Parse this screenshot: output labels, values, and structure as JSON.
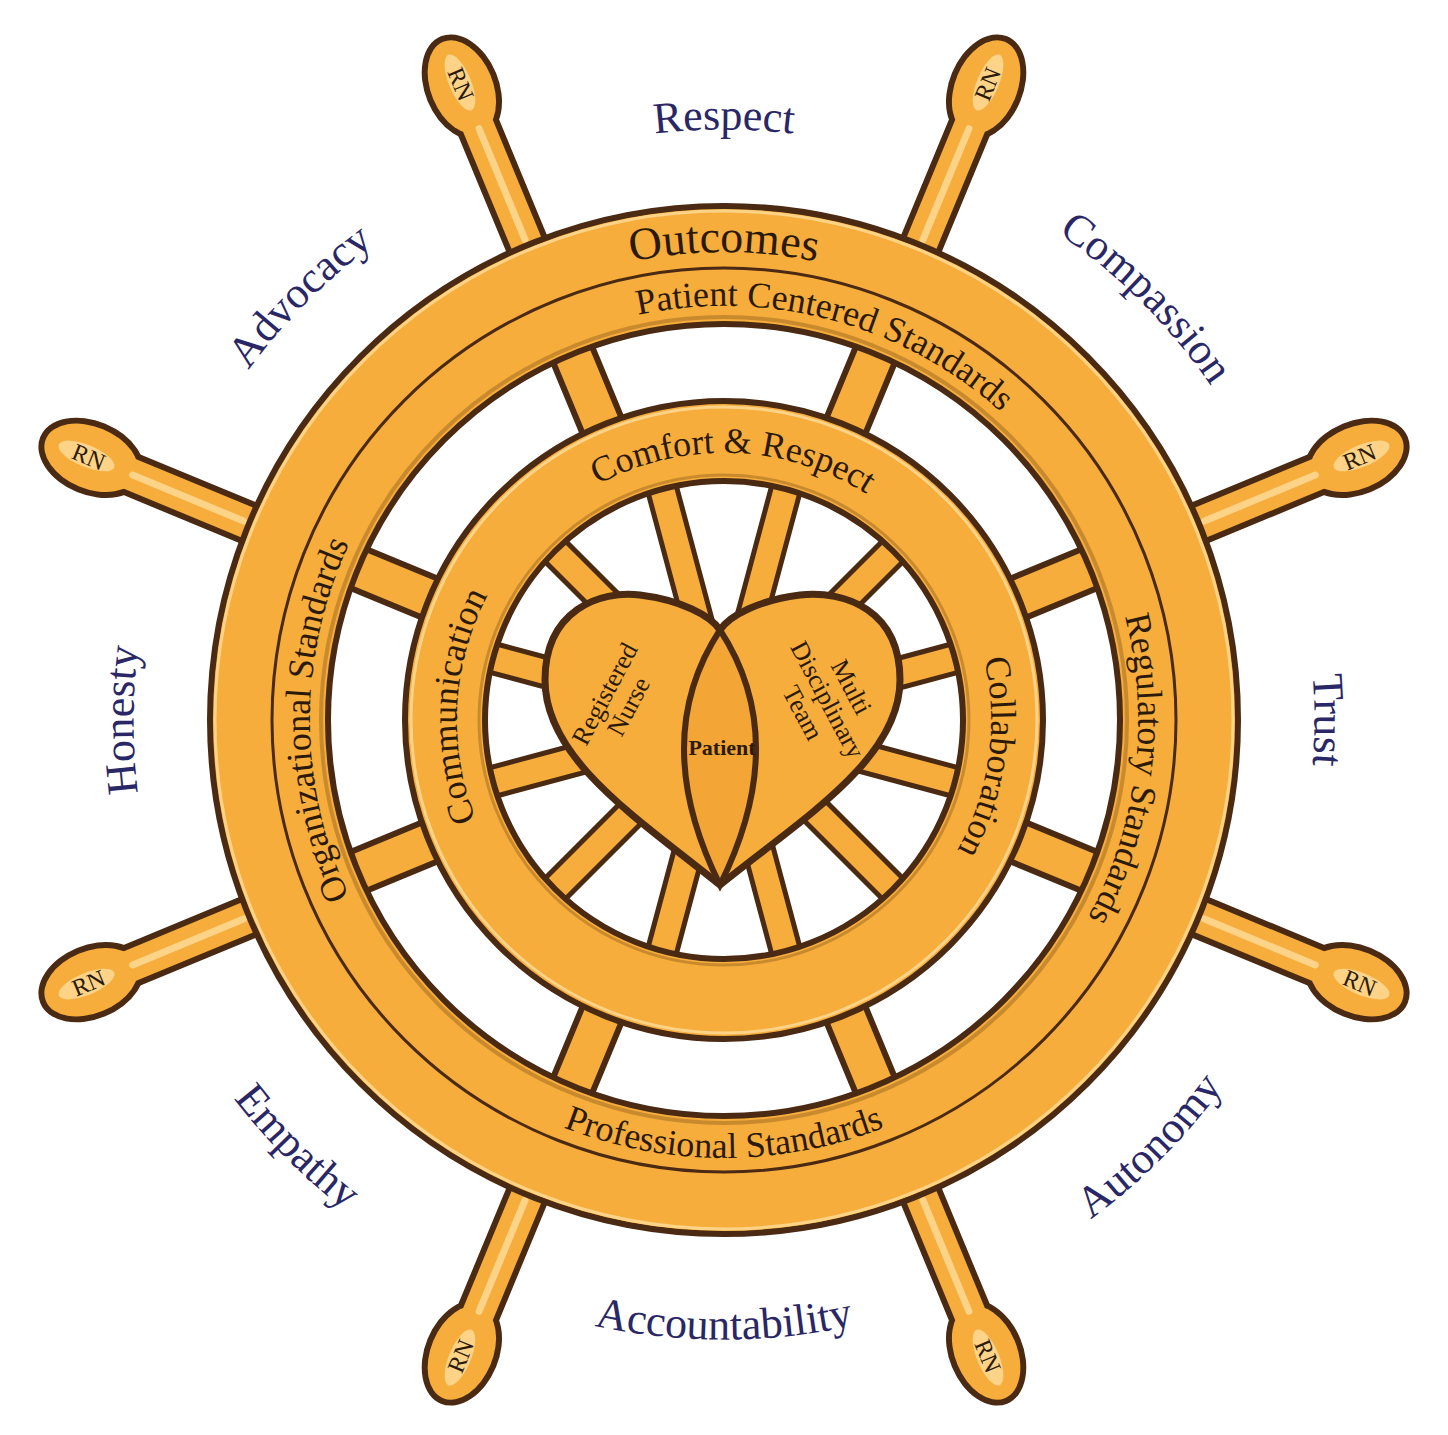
{
  "diagram": {
    "nodes": [
      {
        "text": [
          "Outcomes",
          "Patient Centered Standards",
          "Regulatory Standards",
          "Professional Standards",
          "Organizational Standards"
        ]
      },
      {
        "text": [
          "Comfort & Respect",
          "Collaboration",
          "Communication"
        ],
        "in": 0
      },
      {
        "text": [
          "Registered Nurse"
        ],
        "in": 1
      },
      {
        "text": [
          "Multi Disciplinary Team"
        ],
        "in": 1
      },
      {
        "text": [
          "Patient"
        ],
        "in": 1
      }
    ],
    "labels": [
      "Respect",
      "Compassion",
      "Trust",
      "Autonomy",
      "Accountability",
      "Empathy",
      "Honesty",
      "Advocacy",
      "RN",
      "RN",
      "RN",
      "RN",
      "RN",
      "RN",
      "RN",
      "RN"
    ]
  }
}
